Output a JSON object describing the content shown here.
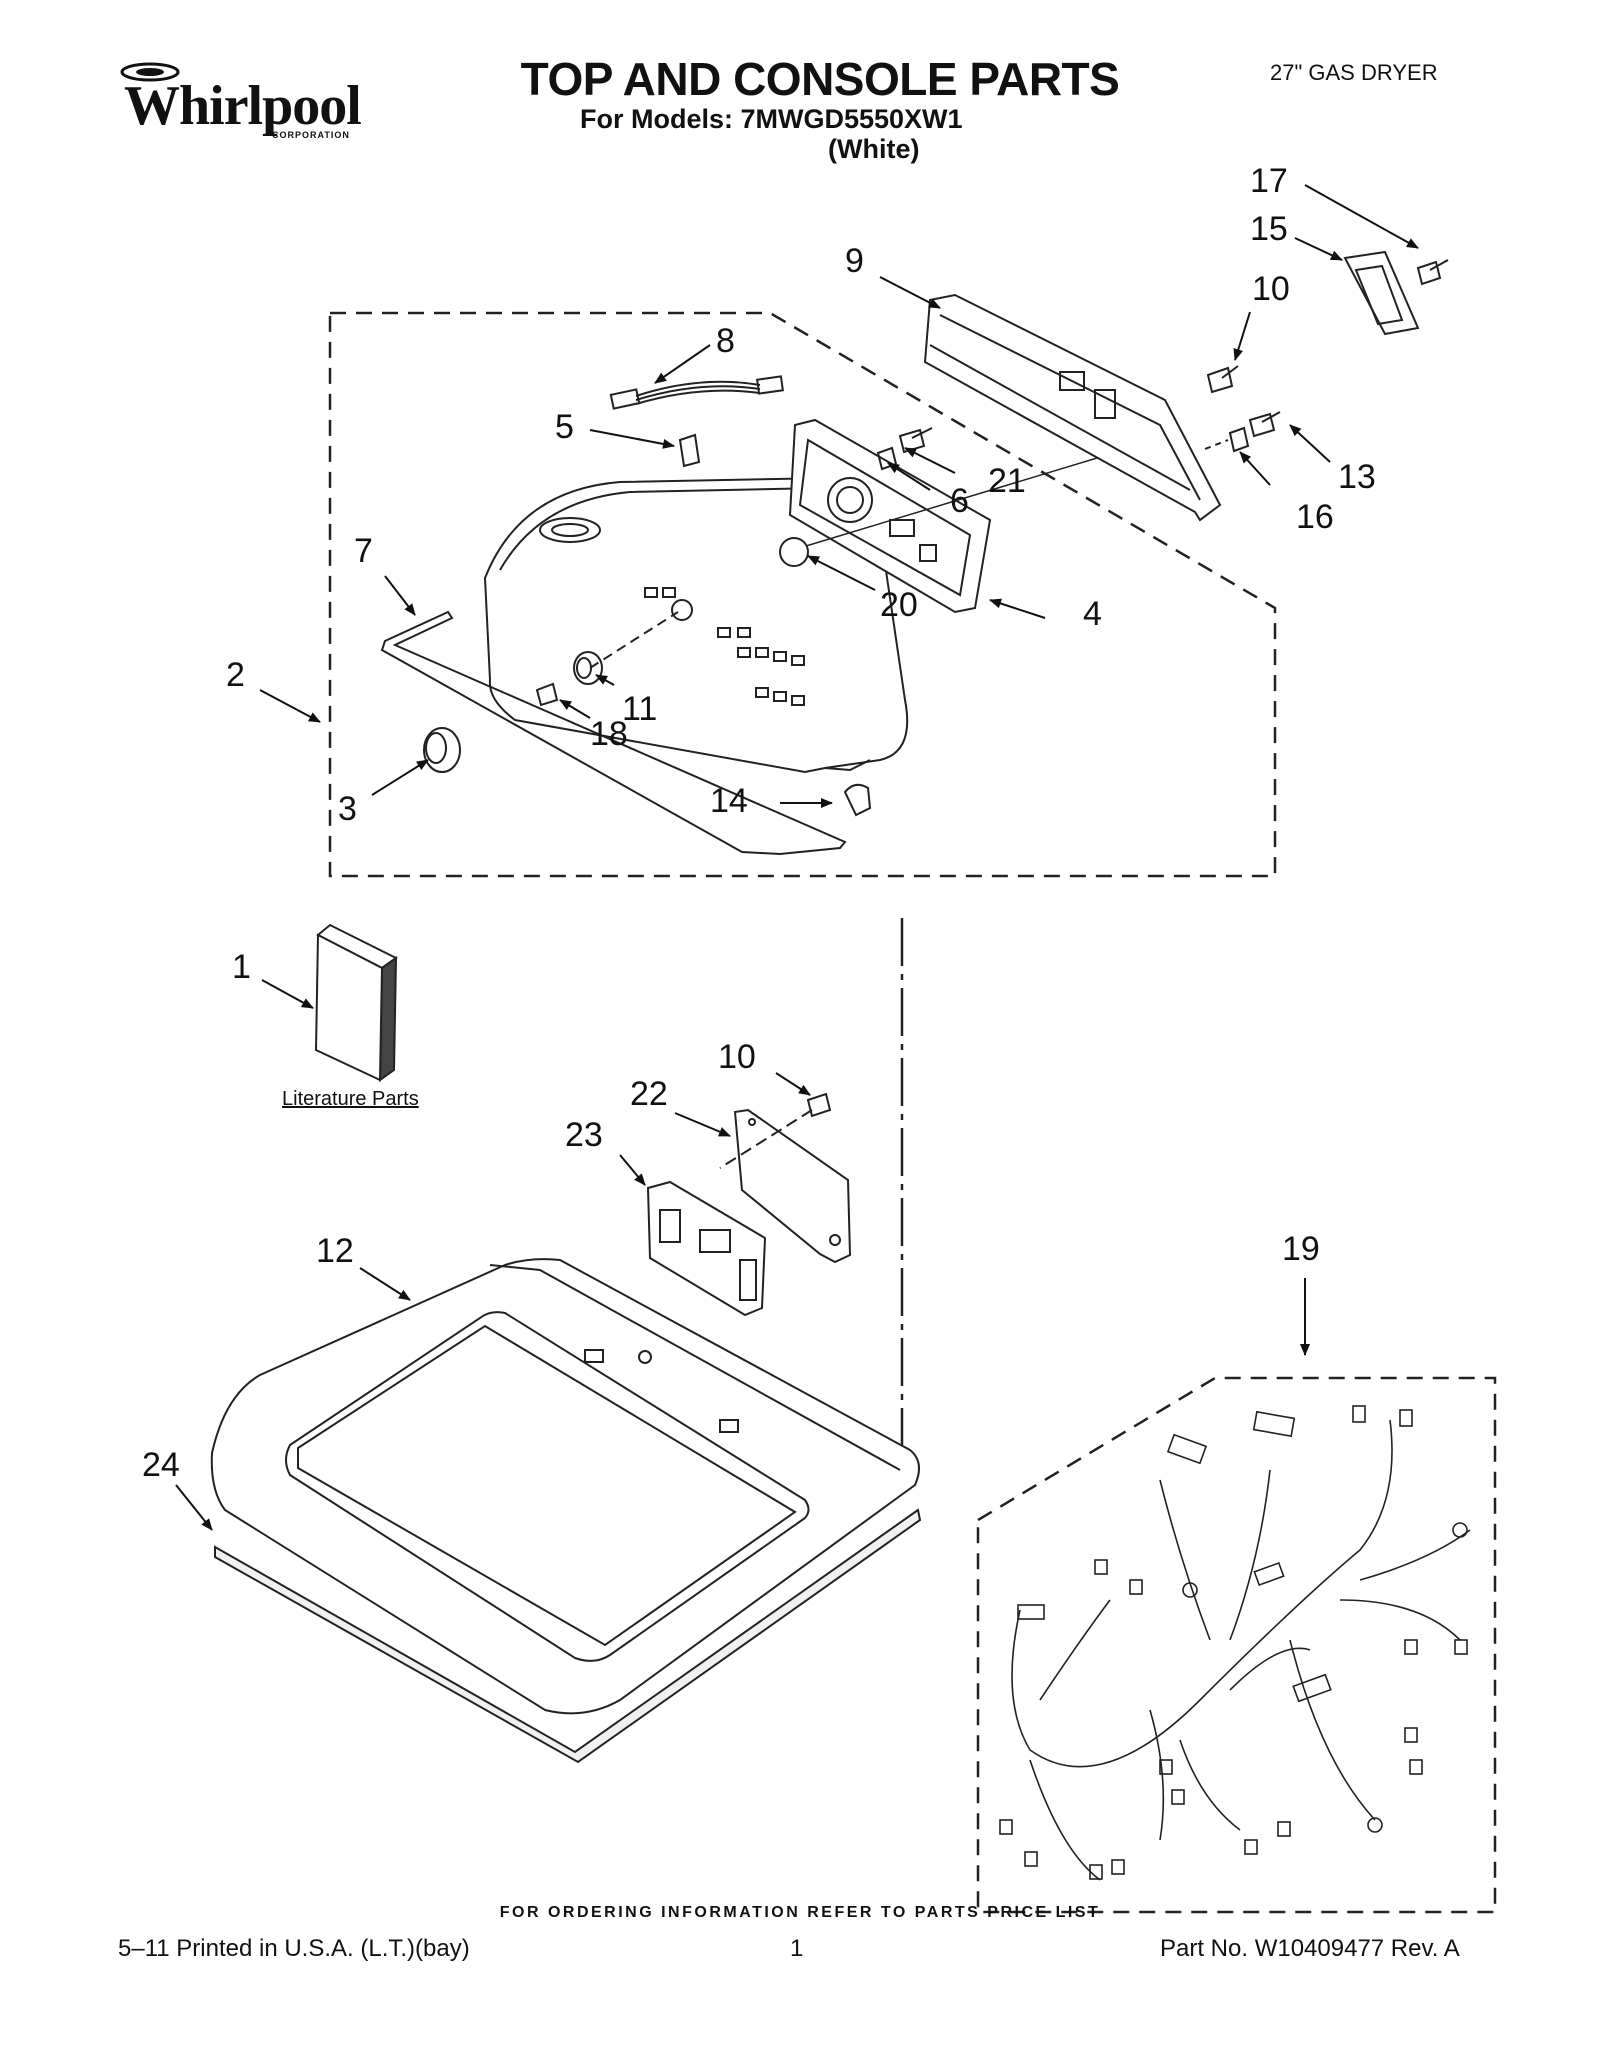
{
  "header": {
    "brand": "Whirlpool",
    "brand_sub": "CORPORATION",
    "title": "TOP AND CONSOLE PARTS",
    "models_line": "For Models: 7MWGD5550XW1",
    "color_line": "(White)",
    "product": "27\" GAS DRYER"
  },
  "diagram": {
    "literature_label": "Literature Parts",
    "callouts": [
      "1",
      "2",
      "3",
      "4",
      "5",
      "6",
      "7",
      "8",
      "9",
      "10",
      "10",
      "11",
      "12",
      "13",
      "14",
      "15",
      "16",
      "17",
      "18",
      "19",
      "20",
      "21",
      "22",
      "23",
      "24"
    ]
  },
  "footer": {
    "ordering_note": "FOR ORDERING INFORMATION REFER TO PARTS PRICE LIST",
    "printed": "5–11 Printed in U.S.A. (L.T.)(bay)",
    "page": "1",
    "part_no": "Part No. W10409477 Rev. A"
  }
}
